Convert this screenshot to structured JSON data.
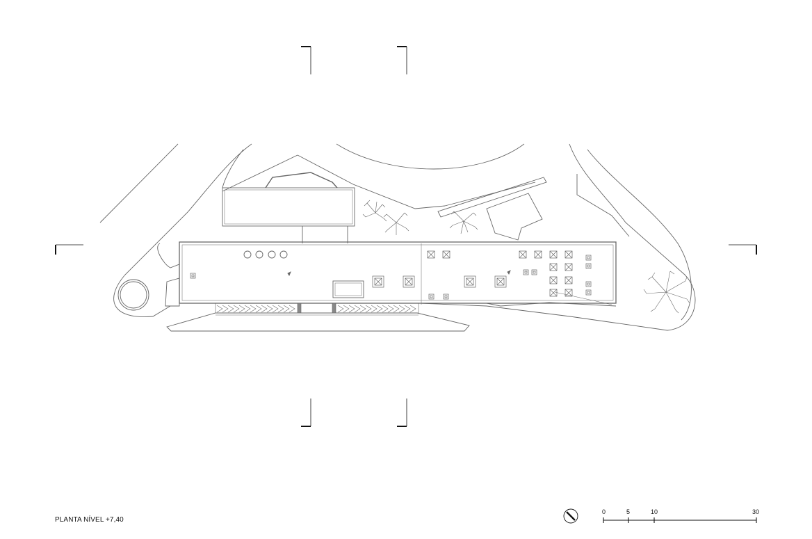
{
  "drawing": {
    "title": "PLANTA NÍVEL +7,40"
  },
  "scale_bar": {
    "labels": [
      "0",
      "5",
      "10",
      "30"
    ]
  },
  "north_arrow": {
    "icon": "north-arrow-icon"
  },
  "colors": {
    "line": "#555555",
    "dark": "#111111",
    "background": "#ffffff"
  }
}
